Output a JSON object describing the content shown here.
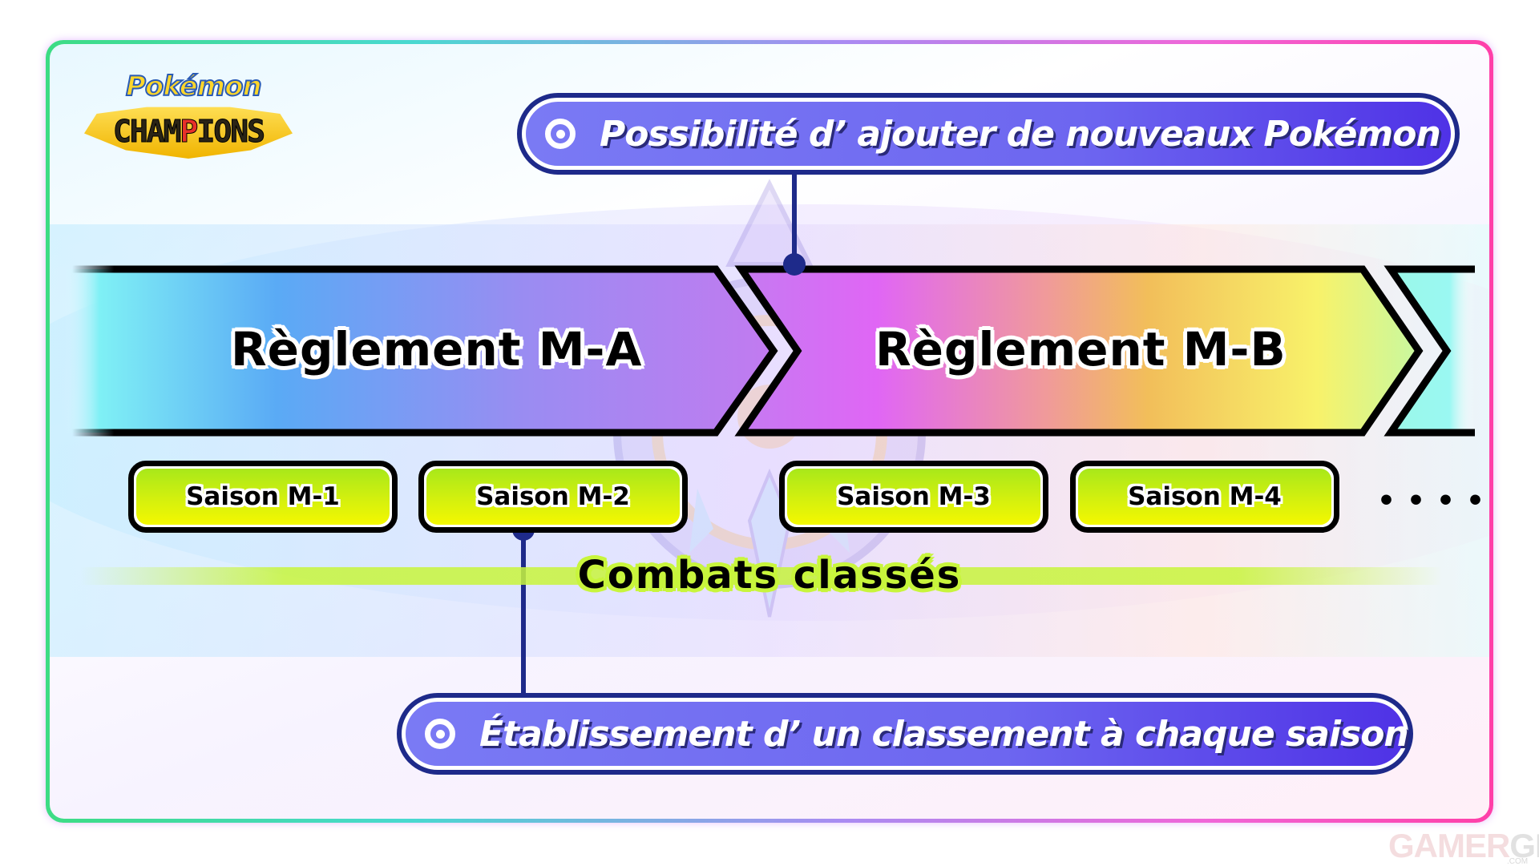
{
  "logo": {
    "top_text": "Pokémon",
    "main_text_left": "CHAM",
    "main_text_p": "P",
    "main_text_right": "IONS"
  },
  "callouts": {
    "top": {
      "icon": "target-icon",
      "text": "Possibilité d’  ajouter de nouveaux Pokémon"
    },
    "bottom": {
      "icon": "target-icon",
      "text": "Établissement d’  un classement à chaque saison"
    }
  },
  "regulations": [
    {
      "label": "Règlement M-A",
      "gradient": [
        "#7ff0f5",
        "#5aaaf5",
        "#9a8cf2",
        "#c27af0"
      ]
    },
    {
      "label": "Règlement M-B",
      "gradient": [
        "#e066f5",
        "#f08aa8",
        "#f2be5a",
        "#f8f26a",
        "#9af8e8"
      ]
    }
  ],
  "seasons": [
    {
      "label": "Saison M-1"
    },
    {
      "label": "Saison M-2"
    },
    {
      "label": "Saison M-3"
    },
    {
      "label": "Saison M-4"
    }
  ],
  "more_indicator": "••••",
  "ranked_battles_label": "Combats classés",
  "watermark": {
    "left": "GAMER",
    "right": "GEN",
    "suffix": ".COM"
  },
  "colors": {
    "connector": "#1e2a8a",
    "callout_fill": "#6d66f0",
    "season_fill": "#d4f00e",
    "frame_gradient": [
      "#3ddc84",
      "#49d9d0",
      "#a98bf2",
      "#f066d8",
      "#ff3fa8"
    ]
  }
}
